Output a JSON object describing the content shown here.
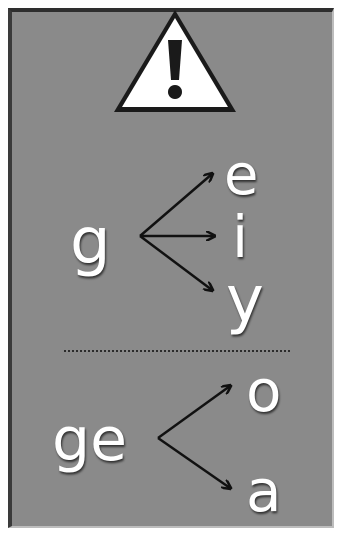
{
  "top_group": {
    "source": "g",
    "targets": [
      "e",
      "i",
      "y"
    ]
  },
  "bottom_group": {
    "source": "ge",
    "targets": [
      "o",
      "a"
    ]
  },
  "icons": {
    "warning": "warning-triangle-icon"
  },
  "colors": {
    "panel": "#8a8a8a",
    "letters": "#ffffff",
    "arrows": "#111111",
    "warning_fill": "#ffffff",
    "warning_border": "#1a1a1a"
  }
}
